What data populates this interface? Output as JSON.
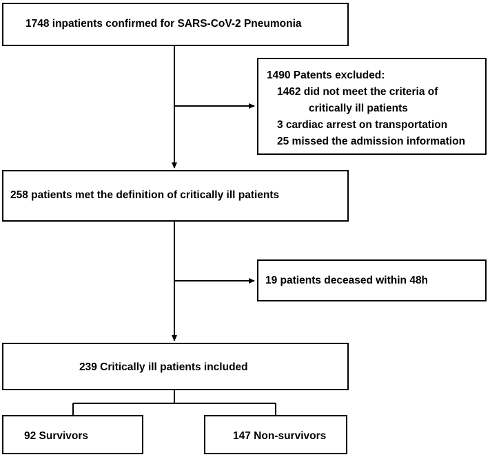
{
  "boxes": {
    "confirmed": "1748 inpatients confirmed for  SARS-CoV-2 Pneumonia",
    "excluded": {
      "title": "1490 Patents excluded:",
      "lines": [
        "1462 did not meet the criteria of",
        "critically ill patients",
        "3 cardiac arrest on transportation",
        "25 missed the admission information"
      ]
    },
    "met_definition": "258 patients met  the definition of  critically ill patients",
    "deceased": "19 patients deceased within 48h",
    "included": "239 Critically ill patients included",
    "survivors": "92 Survivors",
    "non_survivors": "147 Non-survivors"
  },
  "colors": {
    "line": "#000000",
    "box_border": "#000000",
    "background": "#ffffff"
  }
}
